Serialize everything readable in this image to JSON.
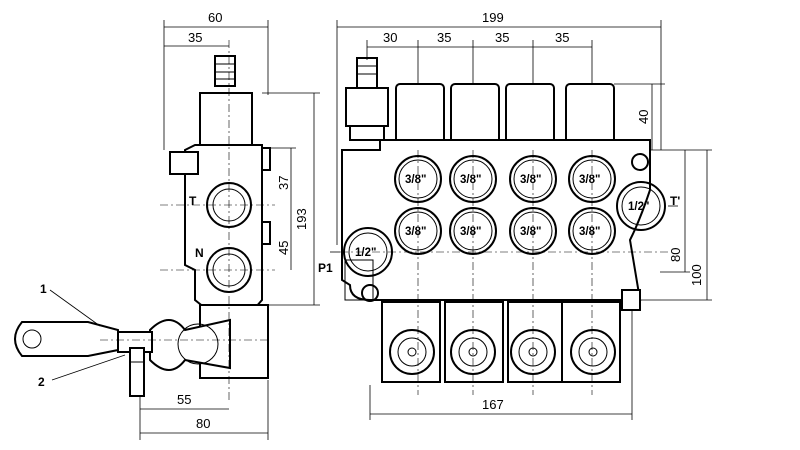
{
  "side_view": {
    "dims": {
      "top_width": "60",
      "stem_offset": "35",
      "height_37": "37",
      "height_193": "193",
      "height_45": "45",
      "lever_offset": "55",
      "bottom_width": "80"
    },
    "port_labels": {
      "tank": "T",
      "neutral": "N"
    },
    "callouts": {
      "one": "1",
      "two": "2"
    }
  },
  "front_view": {
    "dims": {
      "overall_width": "199",
      "first_pitch": "30",
      "pitch_a": "35",
      "pitch_b": "35",
      "pitch_c": "35",
      "cap_height": "40",
      "height_80": "80",
      "height_100": "100",
      "base_width": "167"
    },
    "work_ports": [
      "3/8\"",
      "3/8\"",
      "3/8\"",
      "3/8\"",
      "3/8\"",
      "3/8\"",
      "3/8\"",
      "3/8\""
    ],
    "inlet_port": "1/2\"",
    "outlet_port": "1/2\"",
    "inlet_label": "P1",
    "outlet_label": "T'"
  }
}
